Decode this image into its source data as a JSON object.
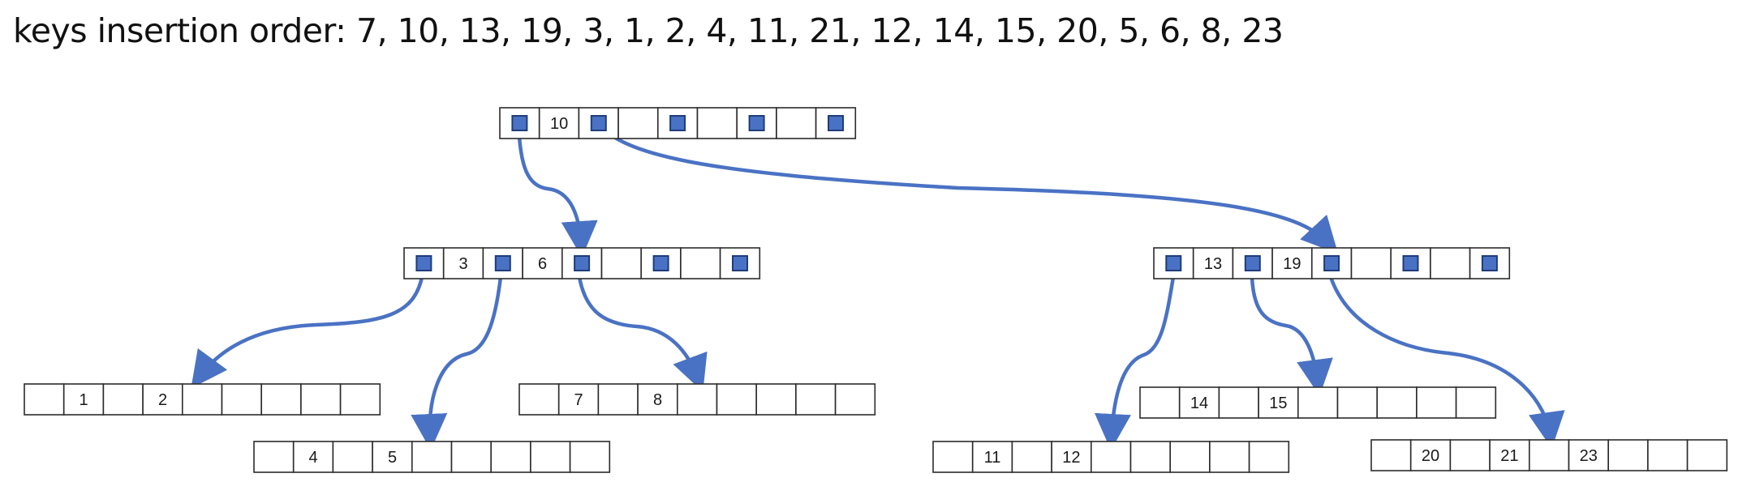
{
  "caption": "keys insertion order: 7, 10, 13, 19, 3, 1, 2, 4, 11, 21, 12, 14, 15, 20, 5, 6, 8, 23",
  "colors": {
    "edge": "#4a72c4",
    "pointer": "#4a72c4",
    "cell_border": "#2b2b2b"
  },
  "nodes": [
    {
      "id": "root",
      "cells": [
        "ptr",
        "10",
        "ptr",
        "",
        "ptr",
        "",
        "ptr",
        "",
        "ptr"
      ]
    },
    {
      "id": "n3-6",
      "cells": [
        "ptr",
        "3",
        "ptr",
        "6",
        "ptr",
        "",
        "ptr",
        "",
        "ptr"
      ]
    },
    {
      "id": "n13-19",
      "cells": [
        "ptr",
        "13",
        "ptr",
        "19",
        "ptr",
        "",
        "ptr",
        "",
        "ptr"
      ]
    },
    {
      "id": "l1-2",
      "cells": [
        "",
        "1",
        "",
        "2",
        "",
        "",
        "",
        "",
        ""
      ]
    },
    {
      "id": "l4-5",
      "cells": [
        "",
        "4",
        "",
        "5",
        "",
        "",
        "",
        "",
        ""
      ]
    },
    {
      "id": "l7-8",
      "cells": [
        "",
        "7",
        "",
        "8",
        "",
        "",
        "",
        "",
        ""
      ]
    },
    {
      "id": "l11-12",
      "cells": [
        "",
        "11",
        "",
        "12",
        "",
        "",
        "",
        "",
        ""
      ]
    },
    {
      "id": "l14-15",
      "cells": [
        "",
        "14",
        "",
        "15",
        "",
        "",
        "",
        "",
        ""
      ]
    },
    {
      "id": "l20-23",
      "cells": [
        "",
        "20",
        "",
        "21",
        "",
        "23",
        "",
        "",
        ""
      ]
    }
  ],
  "edges": [
    {
      "from": "root",
      "ptr_index": 0,
      "to": "n3-6"
    },
    {
      "from": "root",
      "ptr_index": 2,
      "to": "n13-19"
    },
    {
      "from": "n3-6",
      "ptr_index": 0,
      "to": "l1-2"
    },
    {
      "from": "n3-6",
      "ptr_index": 2,
      "to": "l4-5"
    },
    {
      "from": "n3-6",
      "ptr_index": 4,
      "to": "l7-8"
    },
    {
      "from": "n13-19",
      "ptr_index": 0,
      "to": "l11-12"
    },
    {
      "from": "n13-19",
      "ptr_index": 2,
      "to": "l14-15"
    },
    {
      "from": "n13-19",
      "ptr_index": 4,
      "to": "l20-23"
    }
  ]
}
